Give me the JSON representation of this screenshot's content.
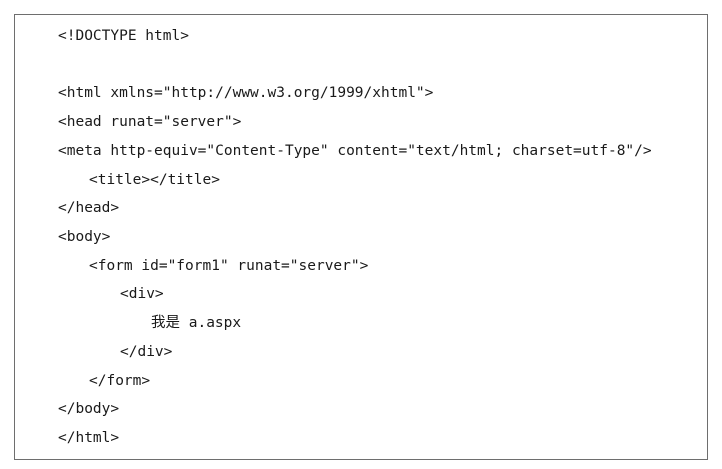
{
  "document": {
    "lines": [
      {
        "text": "<!DOCTYPE html>",
        "indent": 0
      },
      {
        "text": "",
        "indent": 0
      },
      {
        "text": "<html xmlns=\"http://www.w3.org/1999/xhtml\">",
        "indent": 0
      },
      {
        "text": "<head runat=\"server\">",
        "indent": 0
      },
      {
        "text": "<meta http-equiv=\"Content-Type\" content=\"text/html; charset=utf-8\"/>",
        "indent": 0
      },
      {
        "text": "<title></title>",
        "indent": 1
      },
      {
        "text": "</head>",
        "indent": 0
      },
      {
        "text": "<body>",
        "indent": 0
      },
      {
        "text": "<form id=\"form1\" runat=\"server\">",
        "indent": 1
      },
      {
        "text": "<div>",
        "indent": 2
      },
      {
        "text": "我是 a.aspx",
        "indent": 3
      },
      {
        "text": "</div>",
        "indent": 2
      },
      {
        "text": "</form>",
        "indent": 1
      },
      {
        "text": "</body>",
        "indent": 0
      },
      {
        "text": "</html>",
        "indent": 0
      }
    ]
  }
}
